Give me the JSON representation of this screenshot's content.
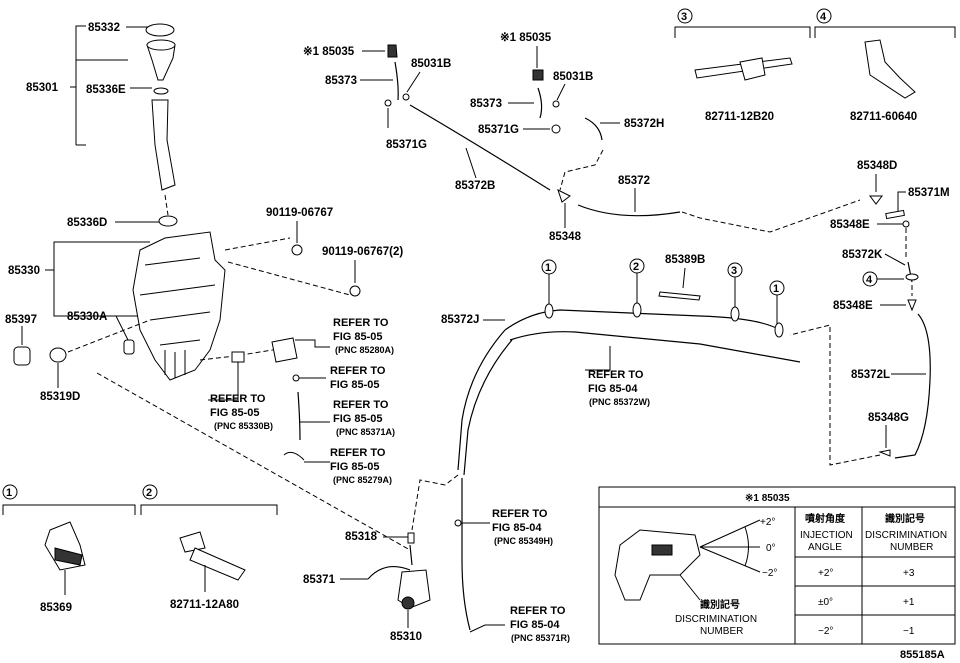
{
  "parts": {
    "p85332": "85332",
    "p85301": "85301",
    "p85336E": "85336E",
    "p85336D": "85336D",
    "p85330": "85330",
    "p85330A": "85330A",
    "p85397": "85397",
    "p85319D": "85319D",
    "p90119a": "90119-06767",
    "p90119b": "90119-06767(2)",
    "p85035a": "※1 85035",
    "p85373a": "85373",
    "p85031Ba": "85031B",
    "p85371Ga": "85371G",
    "p85372B": "85372B",
    "p85035b": "※1 85035",
    "p85031Bb": "85031B",
    "p85373b": "85373",
    "p85371Gb": "85371G",
    "p85372H": "85372H",
    "p85372": "85372",
    "p85348a": "85348",
    "p82711_12B20": "82711-12B20",
    "p82711_60640": "82711-60640",
    "p85348D": "85348D",
    "p85371M": "85371M",
    "p85348E1": "85348E",
    "p85372K": "85372K",
    "p85348E2": "85348E",
    "p85372L": "85372L",
    "p85348G": "85348G",
    "p85389B": "85389B",
    "p85372J": "85372J",
    "p85318": "85318",
    "p85371": "85371",
    "p85310": "85310",
    "p85369": "85369",
    "p82711_12A80": "82711-12A80"
  },
  "callouts": {
    "c3": "3",
    "c4": "4",
    "c1a": "1",
    "c2a": "2",
    "c3a": "3",
    "c1b": "1",
    "c4b": "4",
    "c1c": "1",
    "c2c": "2"
  },
  "refs": {
    "r1": {
      "l1": "REFER TO",
      "l2": "FIG 85-05",
      "l3": "(PNC 85280A)"
    },
    "r2": {
      "l1": "REFER TO",
      "l2": "FIG 85-05"
    },
    "r3": {
      "l1": "REFER TO",
      "l2": "FIG 85-05",
      "l3": "(PNC 85330B)"
    },
    "r4": {
      "l1": "REFER TO",
      "l2": "FIG 85-05",
      "l3": "(PNC 85371A)"
    },
    "r5": {
      "l1": "REFER TO",
      "l2": "FIG 85-05",
      "l3": "(PNC 85279A)"
    },
    "r6": {
      "l1": "REFER TO",
      "l2": "FIG 85-04",
      "l3": "(PNC 85372W)"
    },
    "r7": {
      "l1": "REFER TO",
      "l2": "FIG 85-04",
      "l3": "(PNC 85349H)"
    },
    "r8": {
      "l1": "REFER TO",
      "l2": "FIG 85-04",
      "l3": "(PNC 85371R)"
    }
  },
  "table": {
    "title": "※1 85035",
    "col1_jp": "噴射角度",
    "col1_en1": "INJECTION",
    "col1_en2": "ANGLE",
    "col2_jp": "識別記号",
    "col2_en1": "DISCRIMINATION",
    "col2_en2": "NUMBER",
    "rows": [
      {
        "angle": "+2°",
        "number": "+3"
      },
      {
        "angle": "±0°",
        "number": "+1"
      },
      {
        "angle": "−2°",
        "number": "−1"
      }
    ],
    "ang_plus": "+2°",
    "ang_zero": "0°",
    "ang_minus": "−2°",
    "disc_jp": "識別記号",
    "disc_en1": "DISCRIMINATION",
    "disc_en2": "NUMBER"
  },
  "figure_id": "855185A"
}
